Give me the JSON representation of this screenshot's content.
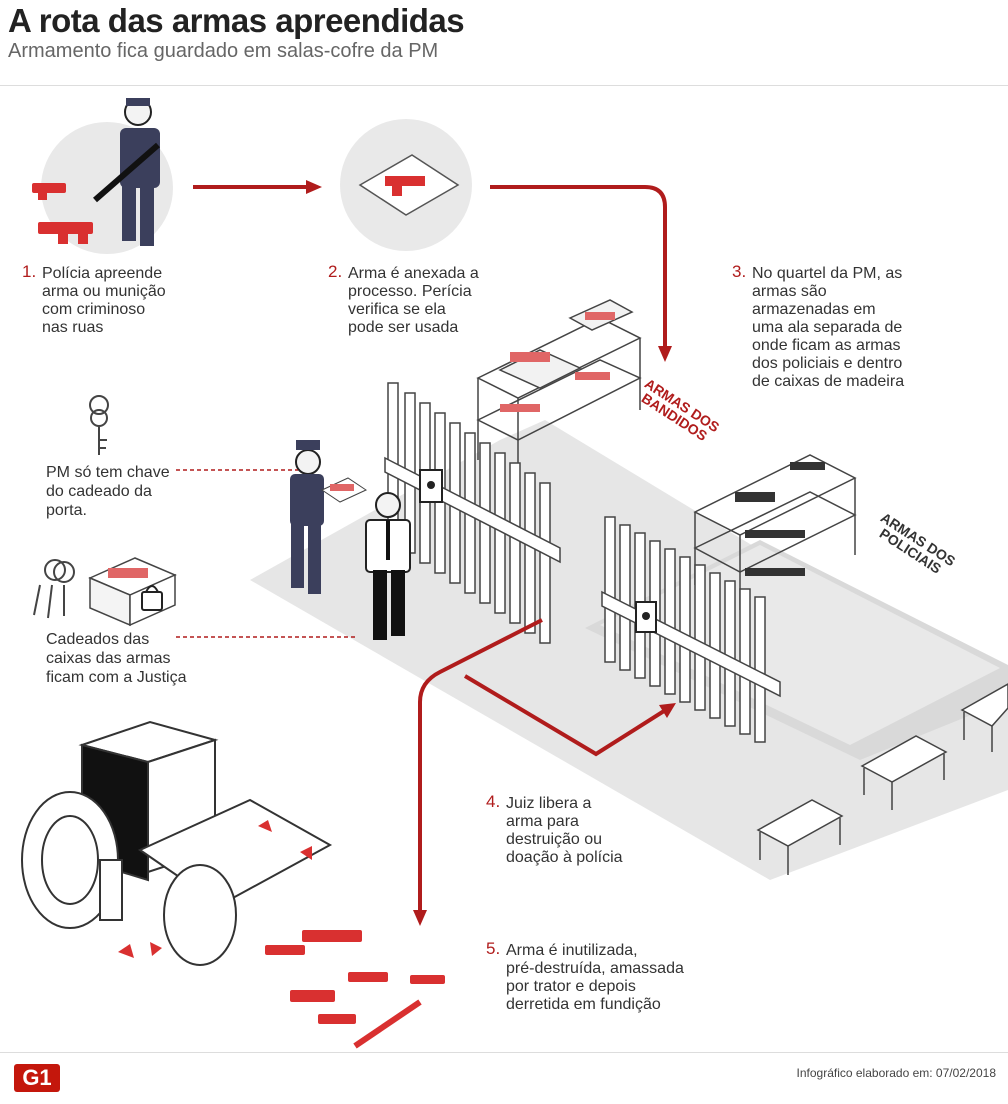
{
  "header": {
    "title": "A rota das armas apreendidas",
    "subtitle": "Armamento fica guardado em salas-cofre da PM"
  },
  "steps": [
    {
      "number": "1.",
      "text": "Polícia apreende\narma ou munição\ncom criminoso\nnas ruas"
    },
    {
      "number": "2.",
      "text": "Arma é anexada a\nprocesso. Perícia\nverifica se ela\npode ser usada"
    },
    {
      "number": "3.",
      "text": "No quartel da PM, as\narmas são\narmazenadas em\numa ala separada de\nonde ficam as armas\ndos policiais e dentro\nde caixas de madeira"
    },
    {
      "number": "4.",
      "text": "Juiz libera a\narma para\ndestruição ou\ndoação à polícia"
    },
    {
      "number": "5.",
      "text": "Arma é inutilizada,\npré-destruída, amassada\npor trator e depois\nderretida em fundição"
    }
  ],
  "notes": {
    "door_key": "PM só tem chave\ndo cadeado da\nporta.",
    "box_locks": "Cadeados das\ncaixas das armas\nficam com a Justiça"
  },
  "zones": {
    "bandidos": "Armas dos\nbandidos",
    "policiais": "Armas dos\npoliciais"
  },
  "footer": {
    "logo": "G1",
    "credit": "Infográfico elaborado em: 07/02/2018"
  },
  "colors": {
    "accent_red": "#b01c1c",
    "weapon_red": "#e06666",
    "floor_gray": "#e6e6e6",
    "circle_gray": "#e9e9e9",
    "ink": "#222222",
    "uniform": "#3b3f5c"
  },
  "icons": [
    "police-officer-icon",
    "seized-gun-icon",
    "evidence-bag-icon",
    "key-icon",
    "keyring-icon",
    "locked-box-icon",
    "steamroller-icon",
    "judge-icon",
    "gate-icon",
    "shelf-icon",
    "bench-icon",
    "flow-arrow-icon"
  ]
}
